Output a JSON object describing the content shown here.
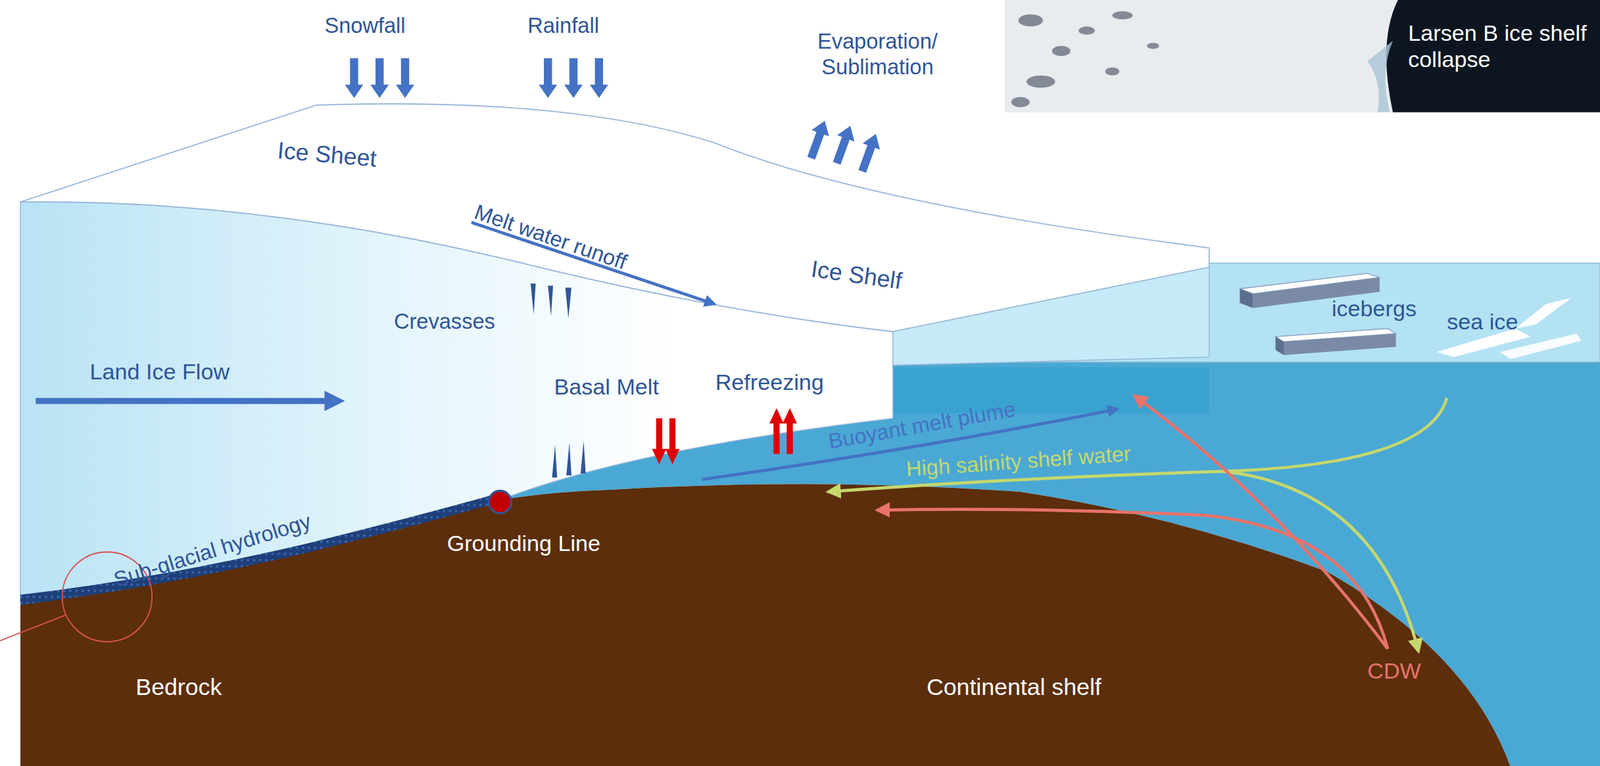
{
  "diagram": {
    "labels": [
      "Snowfall",
      "Rainfall",
      "Evaporation/ Sublimation",
      "Larsen B ice shelf collapse",
      "Ice Sheet",
      "Melt water runoff",
      "Ice Shelf",
      "Crevasses",
      "icebergs",
      "sea ice",
      "Land Ice Flow",
      "Basal Melt",
      "Refreezing",
      "Buoyant melt plume",
      "High salinity shelf water",
      "Sub-glacial hydrology",
      "Grounding Line",
      "Bedrock",
      "Continental shelf",
      "CDW"
    ]
  }
}
